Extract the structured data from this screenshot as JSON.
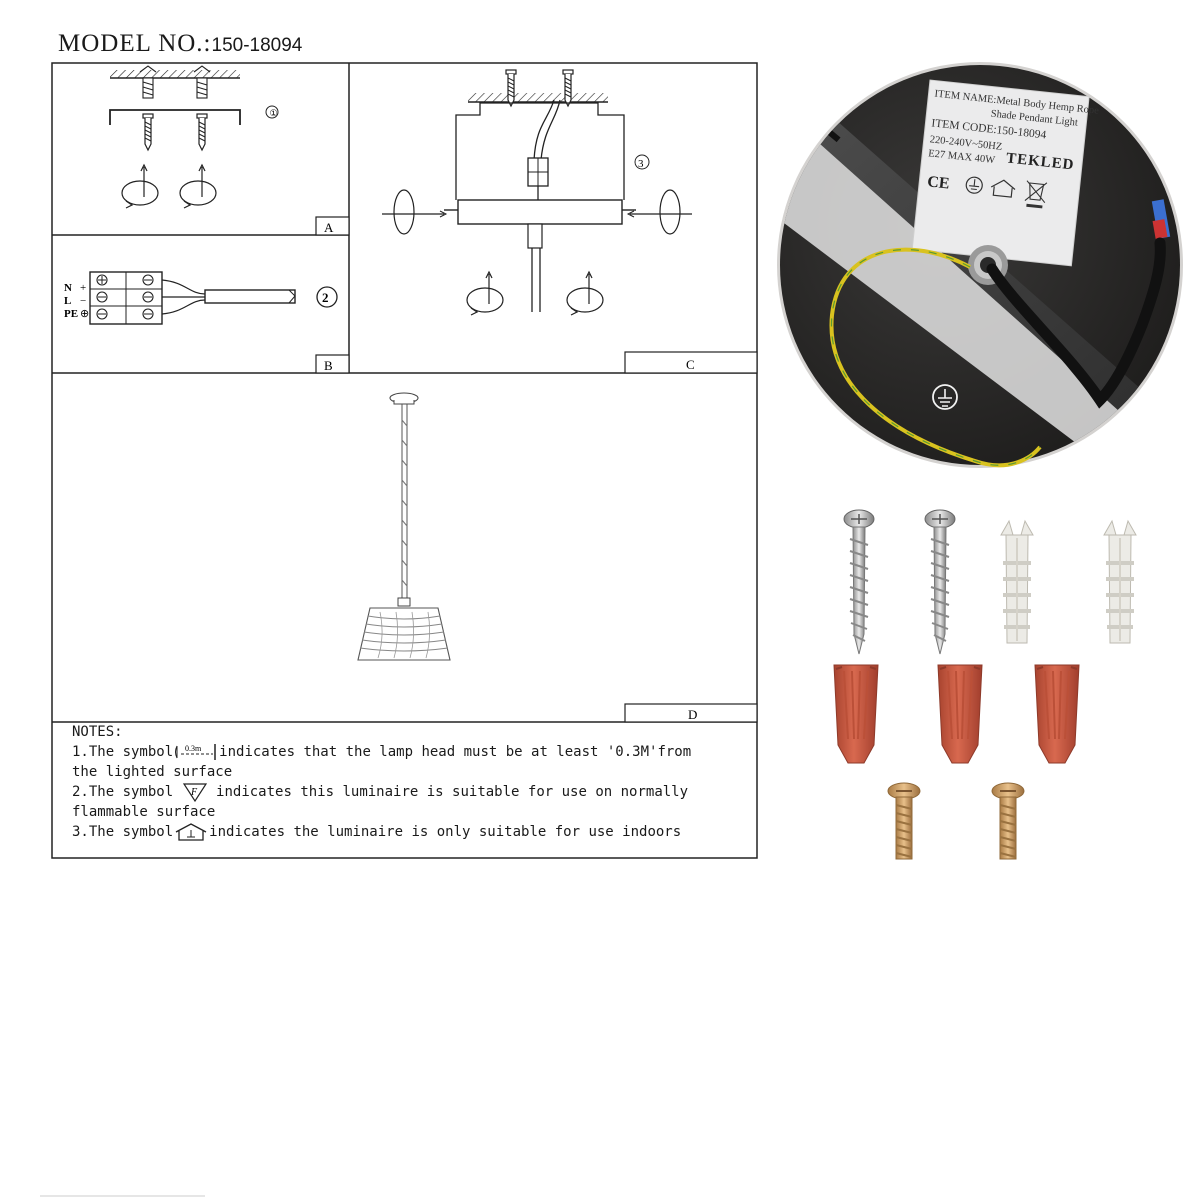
{
  "header": {
    "model_label": "MODEL NO.:",
    "model_number": "150-18094"
  },
  "panels": {
    "a": {
      "letter": "A",
      "step": "①"
    },
    "b": {
      "letter": "B",
      "step": "②",
      "terminals": [
        "N",
        "+",
        "L",
        "−",
        "PE",
        "⊕"
      ]
    },
    "c": {
      "letter": "C",
      "step": "③"
    },
    "d": {
      "letter": "D"
    }
  },
  "notes": {
    "heading": "NOTES:",
    "note1_pre": "1.The symbol",
    "note1_symbol_text": "0.3m",
    "note1_post": "indicates that the lamp head must be at least '0.3M'from",
    "note1_cont": "the lighted surface",
    "note2_pre": "2.The symbol",
    "note2_symbol_text": "F",
    "note2_post": "indicates this luminaire is suitable for use on normally",
    "note2_cont": "flammable surface",
    "note3_pre": "3.The symbol",
    "note3_post": "indicates the luminaire is only suitable for use indoors"
  },
  "product_label": {
    "item_name": "ITEM NAME:Metal Body Hemp Rope",
    "item_name_cont": "Shade Pendant Light",
    "item_code": "ITEM CODE:150-18094",
    "voltage": "220-240V~50HZ",
    "bulb": "E27 MAX 40W",
    "brand": "TEKLED",
    "marks": [
      "CE",
      "earth-symbol",
      "indoor-symbol",
      "weee-bin-symbol"
    ]
  },
  "hardware": {
    "screws": 2,
    "wall_plugs": 2,
    "wire_connectors": 3,
    "brass_screws": 2
  },
  "colors": {
    "canopy": "#2b2a29",
    "label_bg": "#e9e9ea",
    "connector": "#c95a45",
    "brass": "#c99a62",
    "earth_wire_yellow": "#d9c21f",
    "earth_wire_green": "#5a9a32"
  }
}
